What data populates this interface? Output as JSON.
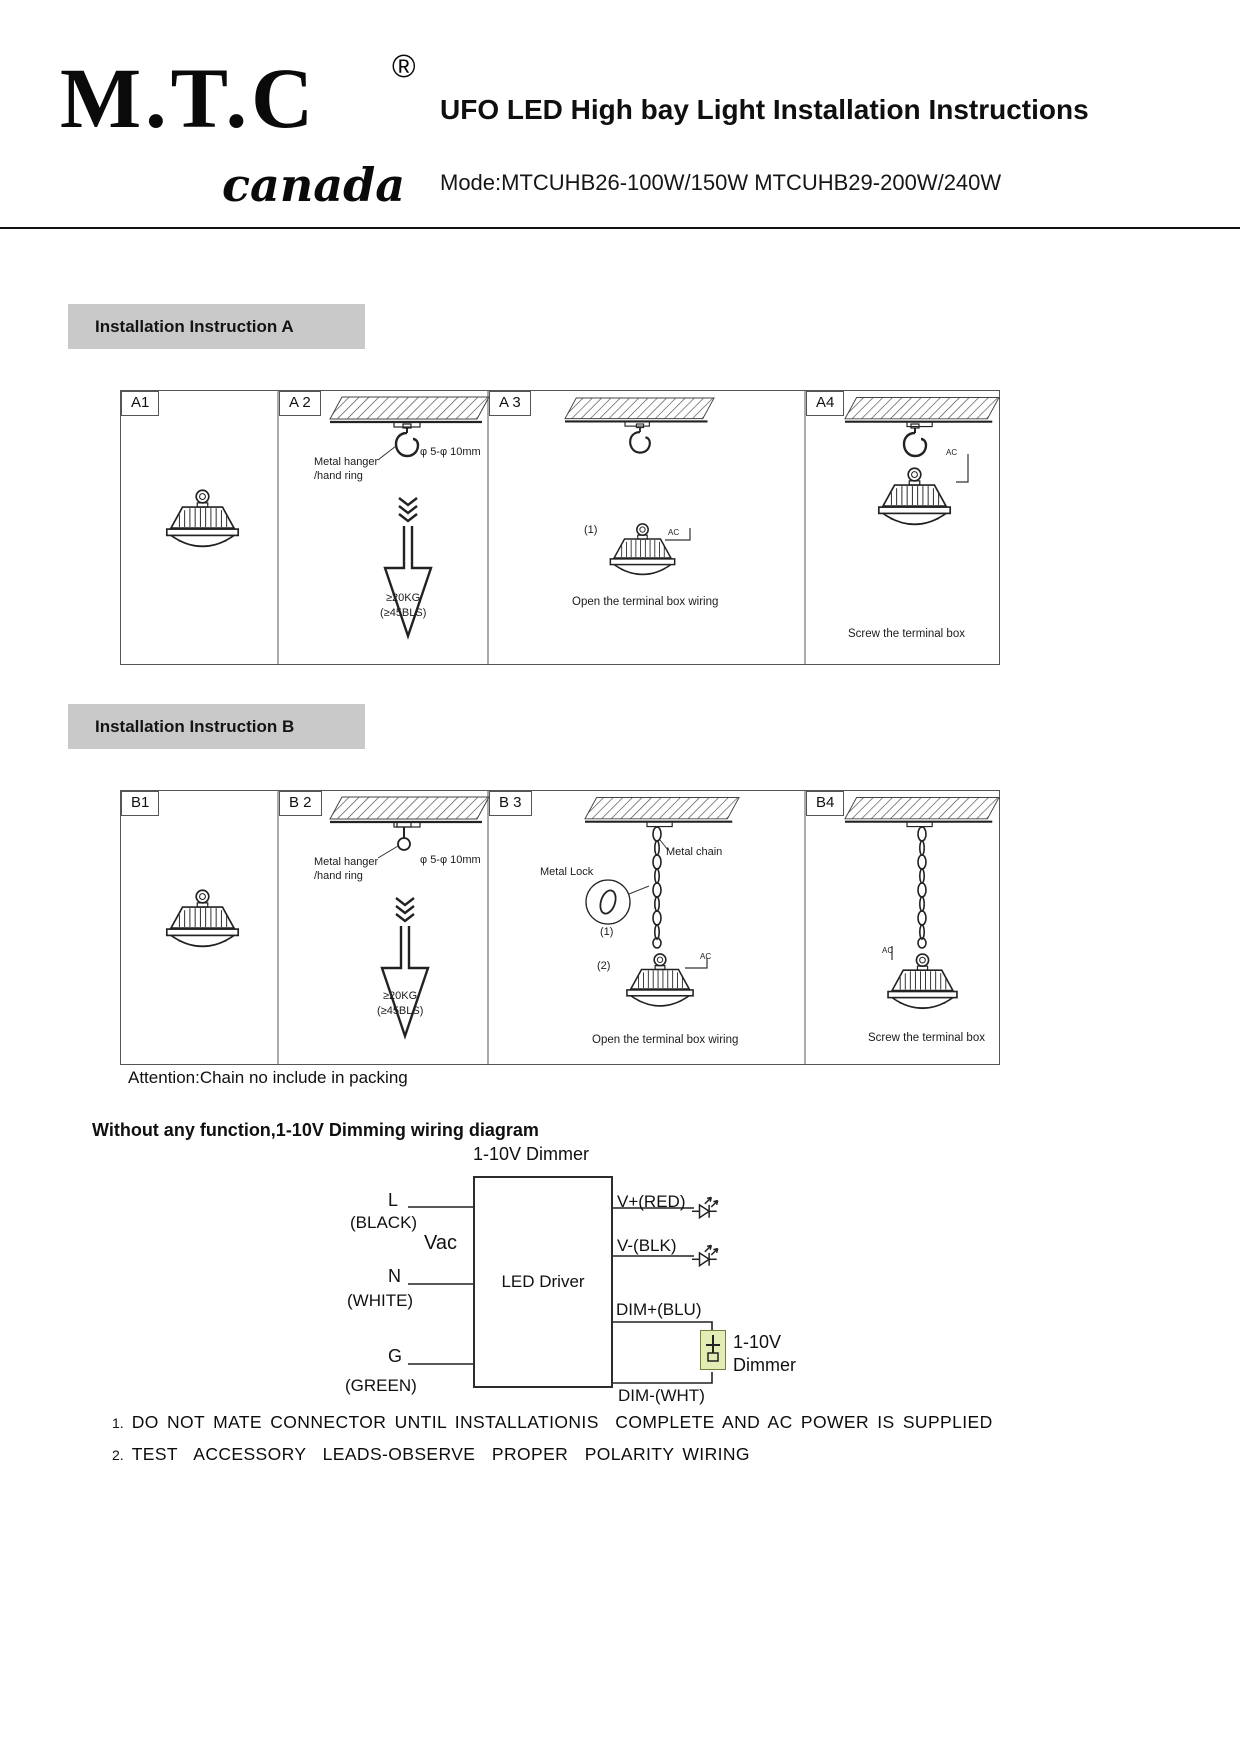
{
  "header": {
    "logo": {
      "main": "M.T.C",
      "reg": "®",
      "sub": "canada"
    },
    "title": "UFO LED High bay Light Installation Instructions",
    "model": "Mode:MTCUHB26-100W/150W MTCUHB29-200W/240W"
  },
  "colors": {
    "section_bar_bg": "#c9c9c9",
    "dimmer_box_bg": "#e3ecb4",
    "line_color": "#222222"
  },
  "section_a": {
    "heading": "Installation Instruction A",
    "panel_labels": [
      "A1",
      "A 2",
      "A 3",
      "A4"
    ],
    "labels": {
      "hanger_line1": "Metal hanger",
      "hanger_line2": "/hand ring",
      "diameter": "φ 5-φ 10mm",
      "weight_line1": "≥20KG",
      "weight_line2": "(≥45BLS)",
      "step1": "(1)",
      "ac": "AC",
      "open_caption": "Open the terminal box wiring",
      "screw_caption": "Screw the terminal box"
    }
  },
  "section_b": {
    "heading": "Installation Instruction B",
    "panel_labels": [
      "B1",
      "B 2",
      "B 3",
      "B4"
    ],
    "labels": {
      "hanger_line1": "Metal hanger",
      "hanger_line2": "/hand ring",
      "diameter": "φ 5-φ 10mm",
      "weight_line1": "≥20KG",
      "weight_line2": "(≥45BLS)",
      "metal_chain": "Metal chain",
      "metal_lock": "Metal Lock",
      "step1": "(1)",
      "step2": "(2)",
      "ac": "AC",
      "open_caption": "Open the terminal box wiring",
      "screw_caption": "Screw the terminal box"
    },
    "attention": "Attention:Chain no include in packing"
  },
  "wiring": {
    "heading": "Without any function,1-10V Dimming wiring diagram",
    "dimmer_title": "1-10V Dimmer",
    "driver_label": "LED Driver",
    "vac": "Vac",
    "left_terminals": [
      {
        "name": "L",
        "color": "(BLACK)"
      },
      {
        "name": "N",
        "color": "(WHITE)"
      },
      {
        "name": "G",
        "color": "(GREEN)"
      }
    ],
    "right_terminals": [
      "V+(RED)",
      "V-(BLK)",
      "DIM+(BLU)",
      "DIM-(WHT)"
    ],
    "dimmer_box": {
      "line1": "1-10V",
      "line2": "Dimmer"
    }
  },
  "notes": [
    {
      "num": "1.",
      "text": "DO NOT MATE CONNECTOR UNTIL INSTALLATIONIS  COMPLETE AND AC POWER IS SUPPLIED"
    },
    {
      "num": "2.",
      "text": "TEST  ACCESSORY  LEADS-OBSERVE  PROPER  POLARITY WIRING"
    }
  ]
}
